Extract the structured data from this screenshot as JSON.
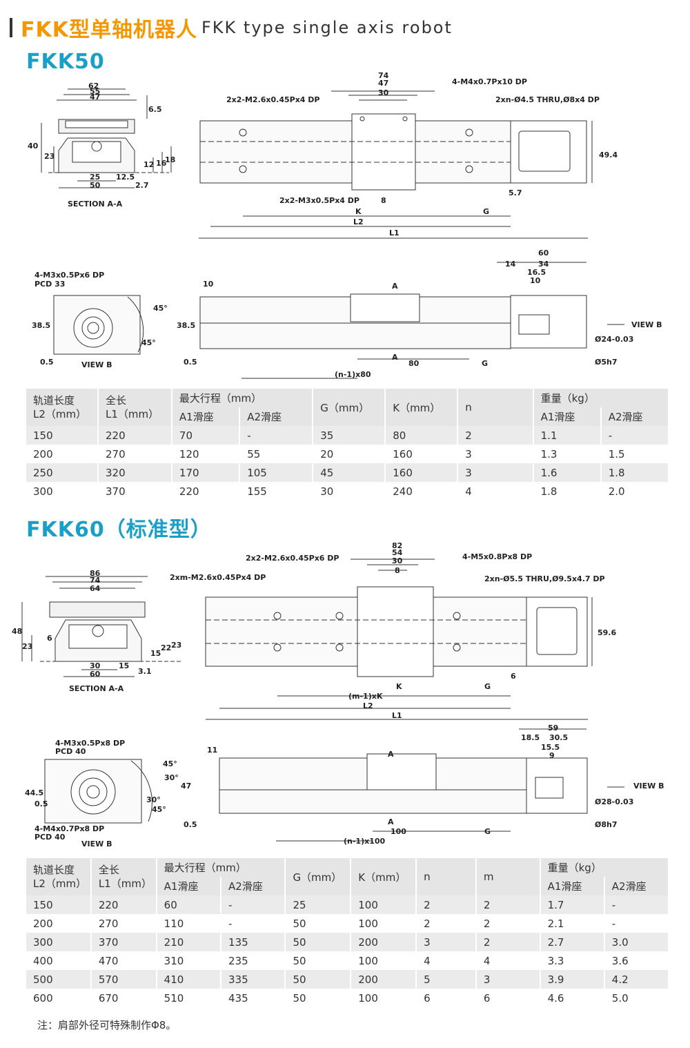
{
  "header": {
    "title_cn": "FKK型单轴机器人",
    "title_en": "FKK type single axis robot"
  },
  "colors": {
    "accent_orange": "#f39800",
    "accent_blue": "#1aa0c8",
    "table_header_bg": "#e5e5e5",
    "table_stripe_bg": "#ebebeb"
  },
  "fkk50": {
    "title": "FKK50",
    "drawing": {
      "section_label": "SECTION A-A",
      "view_label": "VIEW B",
      "callouts": [
        "2x2-M2.6x0.45Px4 DP",
        "4-M4x0.7Px10 DP",
        "2xn-Ø4.5 THRU,Ø8x4 DP",
        "2x2-M3x0.5Px4 DP",
        "4-M3x0.5Px6 DP",
        "PCD 33"
      ],
      "dims_section": [
        "62",
        "55",
        "47",
        "6.5",
        "40",
        "23",
        "12",
        "16",
        "18",
        "25",
        "12.5",
        "50",
        "2.7"
      ],
      "dims_top": [
        "74",
        "47",
        "30",
        "49.4",
        "8",
        "5.7",
        "K",
        "G",
        "L2",
        "L1"
      ],
      "dims_side": [
        "60",
        "14",
        "34",
        "16.5",
        "10",
        "10",
        "38.5",
        "0.5",
        "38.5",
        "0.5",
        "A",
        "A",
        "80",
        "G",
        "(n-1)x80",
        "Ø24-0.03",
        "Ø5h7",
        "45°",
        "45°"
      ],
      "view_b_arrow": "VIEW B"
    },
    "table": {
      "headers": {
        "l2": [
          "轨道长度",
          "L2（mm）"
        ],
        "l1": [
          "全长",
          "L1（mm）"
        ],
        "stroke": "最大行程（mm）",
        "a1": "A1滑座",
        "a2": "A2滑座",
        "g": "G（mm）",
        "k": "K（mm）",
        "n": "n",
        "weight": "重量（kg）",
        "wa1": "A1滑座",
        "wa2": "A2滑座"
      },
      "rows": [
        [
          "150",
          "220",
          "70",
          "-",
          "35",
          "80",
          "2",
          "1.1",
          "-"
        ],
        [
          "200",
          "270",
          "120",
          "55",
          "20",
          "160",
          "3",
          "1.3",
          "1.5"
        ],
        [
          "250",
          "320",
          "170",
          "105",
          "45",
          "160",
          "3",
          "1.6",
          "1.8"
        ],
        [
          "300",
          "370",
          "220",
          "155",
          "30",
          "240",
          "4",
          "1.8",
          "2.0"
        ]
      ]
    }
  },
  "fkk60": {
    "title": "FKK60（标准型）",
    "drawing": {
      "section_label": "SECTION A-A",
      "view_label": "VIEW B",
      "callouts": [
        "2x2-M2.6x0.45Px6 DP",
        "4-M5x0.8Px8 DP",
        "2xm-M2.6x0.45Px4 DP",
        "2xn-Ø5.5 THRU,Ø9.5x4.7 DP",
        "4-M3x0.5Px8 DP",
        "PCD 40",
        "4-M4x0.7Px8 DP",
        "PCD 40"
      ],
      "dims_section": [
        "86",
        "74",
        "64",
        "48",
        "23",
        "6",
        "15",
        "22",
        "23",
        "30",
        "15",
        "60",
        "3.1"
      ],
      "dims_top": [
        "82",
        "54",
        "30",
        "8",
        "59.6",
        "6",
        "K",
        "G",
        "(m-1)xK",
        "L2",
        "L1"
      ],
      "dims_side": [
        "59",
        "18.5",
        "30.5",
        "15.5",
        "9",
        "11",
        "47",
        "44.5",
        "0.5",
        "0.5",
        "A",
        "A",
        "100",
        "G",
        "(n-1)x100",
        "Ø28-0.03",
        "Ø8h7",
        "45°",
        "30°",
        "30°",
        "45°"
      ],
      "view_b_arrow": "VIEW B"
    },
    "table": {
      "headers": {
        "l2": [
          "轨道长度",
          "L2（mm）"
        ],
        "l1": [
          "全长",
          "L1（mm）"
        ],
        "stroke": "最大行程（mm）",
        "a1": "A1滑座",
        "a2": "A2滑座",
        "g": "G（mm）",
        "k": "K（mm）",
        "n": "n",
        "m": "m",
        "weight": "重量（kg）",
        "wa1": "A1滑座",
        "wa2": "A2滑座"
      },
      "rows": [
        [
          "150",
          "220",
          "60",
          "-",
          "25",
          "100",
          "2",
          "2",
          "1.7",
          "-"
        ],
        [
          "200",
          "270",
          "110",
          "-",
          "50",
          "100",
          "2",
          "2",
          "2.1",
          "-"
        ],
        [
          "300",
          "370",
          "210",
          "135",
          "50",
          "200",
          "3",
          "2",
          "2.7",
          "3.0"
        ],
        [
          "400",
          "470",
          "310",
          "235",
          "50",
          "100",
          "4",
          "4",
          "3.3",
          "3.6"
        ],
        [
          "500",
          "570",
          "410",
          "335",
          "50",
          "200",
          "5",
          "3",
          "3.9",
          "4.2"
        ],
        [
          "600",
          "670",
          "510",
          "435",
          "50",
          "100",
          "6",
          "6",
          "4.6",
          "5.0"
        ]
      ]
    }
  },
  "note": "注：肩部外径可特殊制作Φ8。"
}
